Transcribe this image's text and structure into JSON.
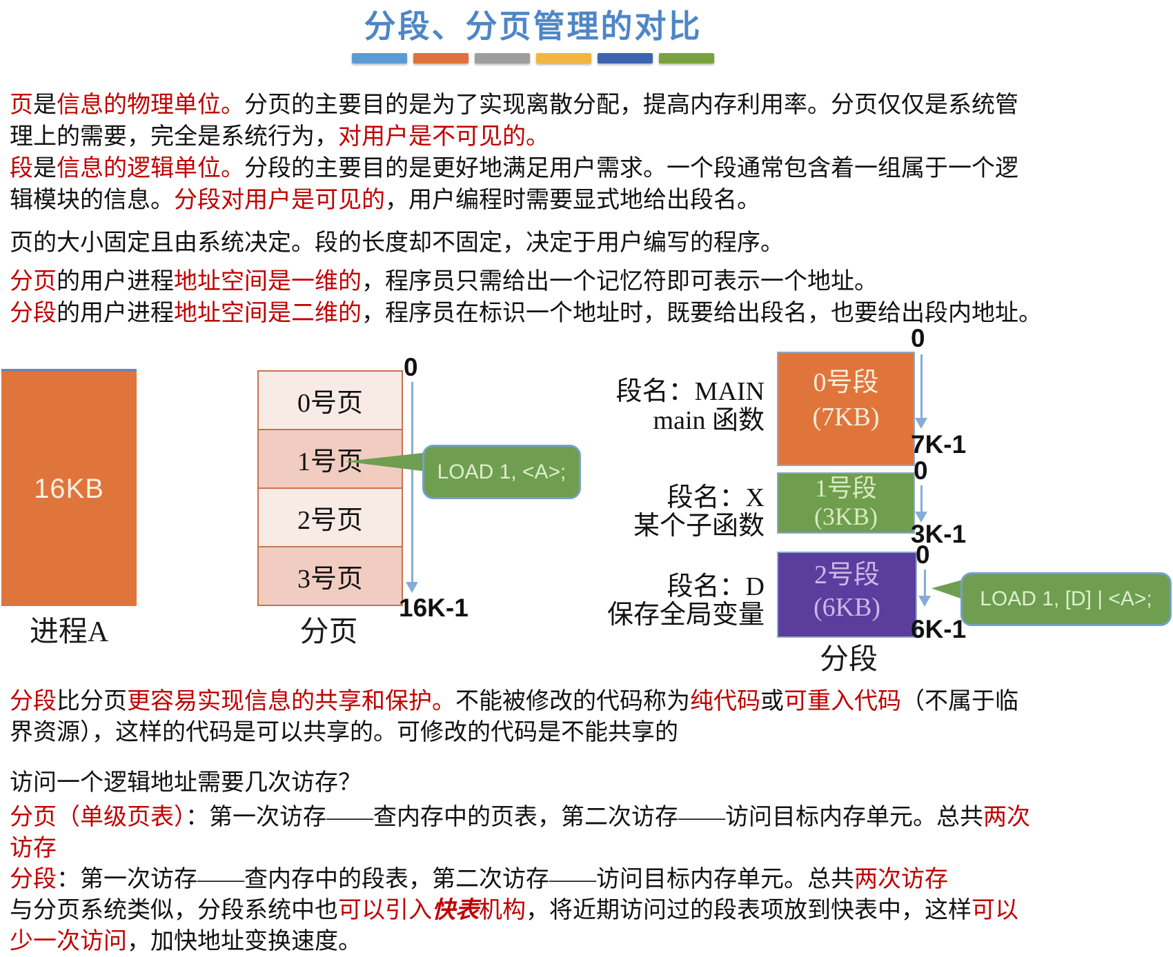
{
  "header": {
    "title": "分段、分页管理的对比",
    "title_color": "#4E86C6",
    "bar_colors": [
      "#5B9BD5",
      "#E2703A",
      "#9E9E9E",
      "#F0B63F",
      "#3C64B0",
      "#7AA23C"
    ]
  },
  "colors": {
    "red_text": "#C00000",
    "process_orange": "#E0753C",
    "page_row_light": "#F8EAE5",
    "page_row_dark": "#F1CDC1",
    "seg_orange": "#E0753C",
    "seg_green": "#6F9E4C",
    "seg_purple": "#5A3D9C",
    "bubble_green": "#6F9E50",
    "arrow_blue": "#85ACD8"
  },
  "top_paragraphs": [
    {
      "lines": [
        [
          {
            "t": "页",
            "s": "r"
          },
          {
            "t": "是"
          },
          {
            "t": "信息的物理单位。",
            "s": "r"
          },
          {
            "t": "分页的主要目的是为了实现离散分配，提高内存利用率。分页仅仅是系统管"
          }
        ],
        [
          {
            "t": "理上的需要，完全是系统行为，"
          },
          {
            "t": "对用户是不可见的。",
            "s": "r"
          }
        ]
      ]
    },
    {
      "lines": [
        [
          {
            "t": "段",
            "s": "r"
          },
          {
            "t": "是"
          },
          {
            "t": "信息的逻辑单位。",
            "s": "r"
          },
          {
            "t": "分段的主要目的是更好地满足用户需求。一个段通常包含着一组属于一个逻"
          }
        ],
        [
          {
            "t": "辑模块的信息。"
          },
          {
            "t": "分段对用户是可见的",
            "s": "r"
          },
          {
            "t": "，用户编程时需要显式地给出段名。"
          }
        ]
      ]
    },
    {
      "lines": [
        [
          {
            "t": "页的大小固定且由系统决定。段的长度却不固定，决定于用户编写的程序。"
          }
        ]
      ]
    },
    {
      "lines": [
        [
          {
            "t": "分页",
            "s": "r"
          },
          {
            "t": "的用户进程"
          },
          {
            "t": "地址空间是一维的",
            "s": "r"
          },
          {
            "t": "，程序员只需给出一个记忆符即可表示一个地址。"
          }
        ],
        [
          {
            "t": "分段",
            "s": "r"
          },
          {
            "t": "的用户进程"
          },
          {
            "t": "地址空间是二维的",
            "s": "r"
          },
          {
            "t": "，程序员在标识一个地址时，既要给出段名，也要给出段内地址。"
          }
        ]
      ]
    }
  ],
  "bottom_paragraphs": [
    {
      "lines": [
        [
          {
            "t": "分段",
            "s": "r"
          },
          {
            "t": "比分页"
          },
          {
            "t": "更容易实现信息的共享和保护。",
            "s": "r"
          },
          {
            "t": "不能被修改的代码称为"
          },
          {
            "t": "纯代码",
            "s": "r"
          },
          {
            "t": "或"
          },
          {
            "t": "可重入代码",
            "s": "r"
          },
          {
            "t": "（不属于临"
          }
        ],
        [
          {
            "t": "界资源），这样的代码是可以共享的。可修改的代码是不能共享的"
          }
        ]
      ]
    },
    {
      "lines": [
        [
          {
            "t": "访问一个逻辑地址需要几次访存？"
          }
        ]
      ]
    },
    {
      "lines": [
        [
          {
            "t": "分页（单级页表）",
            "s": "r"
          },
          {
            "t": "：第一次访存——查内存中的页表，第二次访存——访问目标内存单元。总共"
          },
          {
            "t": "两次",
            "s": "r"
          }
        ],
        [
          {
            "t": "访存",
            "s": "r"
          }
        ]
      ]
    },
    {
      "lines": [
        [
          {
            "t": "分段",
            "s": "r"
          },
          {
            "t": "：第一次访存——查内存中的段表，第二次访存——访问目标内存单元。总共"
          },
          {
            "t": "两次访存",
            "s": "r"
          }
        ]
      ]
    },
    {
      "lines": [
        [
          {
            "t": "与分页系统类似，分段系统中也"
          },
          {
            "t": "可以引入",
            "s": "r"
          },
          {
            "t": "快表",
            "s": "e"
          },
          {
            "t": "机构",
            "s": "r"
          },
          {
            "t": "，将近期访问过的段表项放到快表中，这样"
          },
          {
            "t": "可以",
            "s": "r"
          }
        ],
        [
          {
            "t": "少一次访问",
            "s": "r"
          },
          {
            "t": "，加快地址变换速度。"
          }
        ]
      ]
    }
  ],
  "diagram": {
    "process": {
      "size": "16KB",
      "caption": "进程A"
    },
    "paging": {
      "rows": [
        "0号页",
        "1号页",
        "2号页",
        "3号页"
      ],
      "caption": "分页",
      "axis_start": "0",
      "axis_end": "16K-1",
      "callout": "LOAD 1, <A>;"
    },
    "segmentation": {
      "caption": "分段",
      "callout": "LOAD 1, [D] | <A>;",
      "segments": [
        {
          "name": "段名：MAIN",
          "desc": "main 函数",
          "label": "0号段",
          "size": "(7KB)",
          "axis_start": "0",
          "axis_end": "7K-1",
          "color": "#E0753C"
        },
        {
          "name": "段名：X",
          "desc": "某个子函数",
          "label": "1号段",
          "size": "(3KB)",
          "axis_start": "0",
          "axis_end": "3K-1",
          "color": "#6F9E4C"
        },
        {
          "name": "段名：D",
          "desc": "保存全局变量",
          "label": "2号段",
          "size": "(6KB)",
          "axis_start": "0",
          "axis_end": "6K-1",
          "color": "#5A3D9C"
        }
      ]
    }
  }
}
